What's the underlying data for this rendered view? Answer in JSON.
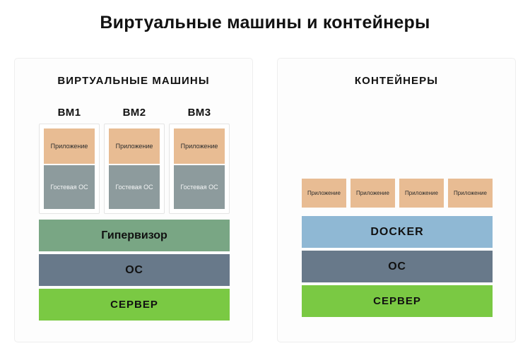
{
  "title": "Виртуальные машины и контейнеры",
  "colors": {
    "app_box": "#e8bc93",
    "guest_os": "#8d9b9d",
    "hypervisor": "#79a684",
    "os": "#68798a",
    "server": "#7ac943",
    "docker": "#8fb8d4",
    "panel_border": "#eeeeee",
    "title_text": "#121212"
  },
  "left_panel": {
    "heading": "ВИРТУАЛЬНЫЕ МАШИНЫ",
    "vms": [
      {
        "label": "ВМ1",
        "app": "Приложение",
        "guest_os": "Гостевая ОС"
      },
      {
        "label": "ВМ2",
        "app": "Приложение",
        "guest_os": "Гостевая ОС"
      },
      {
        "label": "ВМ3",
        "app": "Приложение",
        "guest_os": "Гостевая ОС"
      }
    ],
    "layers": [
      {
        "label": "Гипервизор"
      },
      {
        "label": "ОС"
      },
      {
        "label": "СЕРВЕР"
      }
    ]
  },
  "right_panel": {
    "heading": "КОНТЕЙНЕРЫ",
    "apps": [
      {
        "label": "Приложение"
      },
      {
        "label": "Приложение"
      },
      {
        "label": "Приложение"
      },
      {
        "label": "Приложение"
      }
    ],
    "layers": [
      {
        "label": "DOCKER"
      },
      {
        "label": "ОС"
      },
      {
        "label": "СЕРВЕР"
      }
    ]
  }
}
